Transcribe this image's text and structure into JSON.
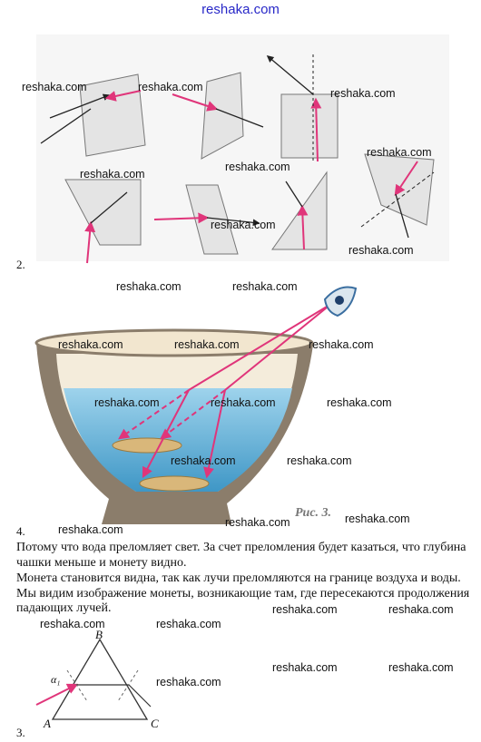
{
  "site_header": "reshaka.com",
  "watermark": "reshaka.com",
  "section_numbers": [
    "2.",
    "3.",
    "4."
  ],
  "figure_caption": "Рис. 3.",
  "prism_labels": {
    "a": "A",
    "b": "B",
    "c": "C",
    "alpha": "α₁"
  },
  "answer_paragraphs": [
    "Потому что вода преломляет свет. За счет преломления будет казаться, что глубина чашки меньше и монету видно.",
    "Монета становится видна, так как лучи преломляются на границе воздуха и воды. Мы видим изображение монеты, возникающие там, где пересекаются продолжения падающих лучей."
  ],
  "colors": {
    "ray": "#e0357a",
    "water": "#5fb0d8",
    "bowl_rim": "#f2e6cf",
    "bowl_wall": "#8b7d6b",
    "coin": "#d9b77a",
    "header": "#2828c8"
  },
  "icons": [
    "eye-icon",
    "coin-image",
    "bowl-image",
    "prism-image",
    "glass-plate-image"
  ]
}
